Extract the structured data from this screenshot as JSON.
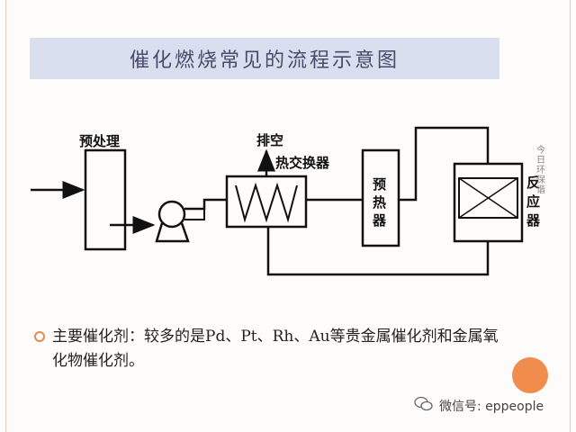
{
  "slide": {
    "title": "催化燃烧常见的流程示意图",
    "bullet": "主要催化剂：较多的是Pd、Pt、Rh、Au等贵金属催化剂和金属氧化物催化剂。"
  },
  "diagram": {
    "pretreat_label": "预处理",
    "exhaust_label": "排空",
    "heat_exchanger_label": "热交换器",
    "preheater_label": [
      "预",
      "热",
      "器"
    ],
    "reactor_label": [
      "反",
      "应",
      "器"
    ]
  },
  "watermark": {
    "text": "微信号: eppeople",
    "side_text": "今日环保谐"
  },
  "colors": {
    "title_band": "#d9dfee",
    "accent": "#f08c4c",
    "border": "#e9c6b6"
  }
}
